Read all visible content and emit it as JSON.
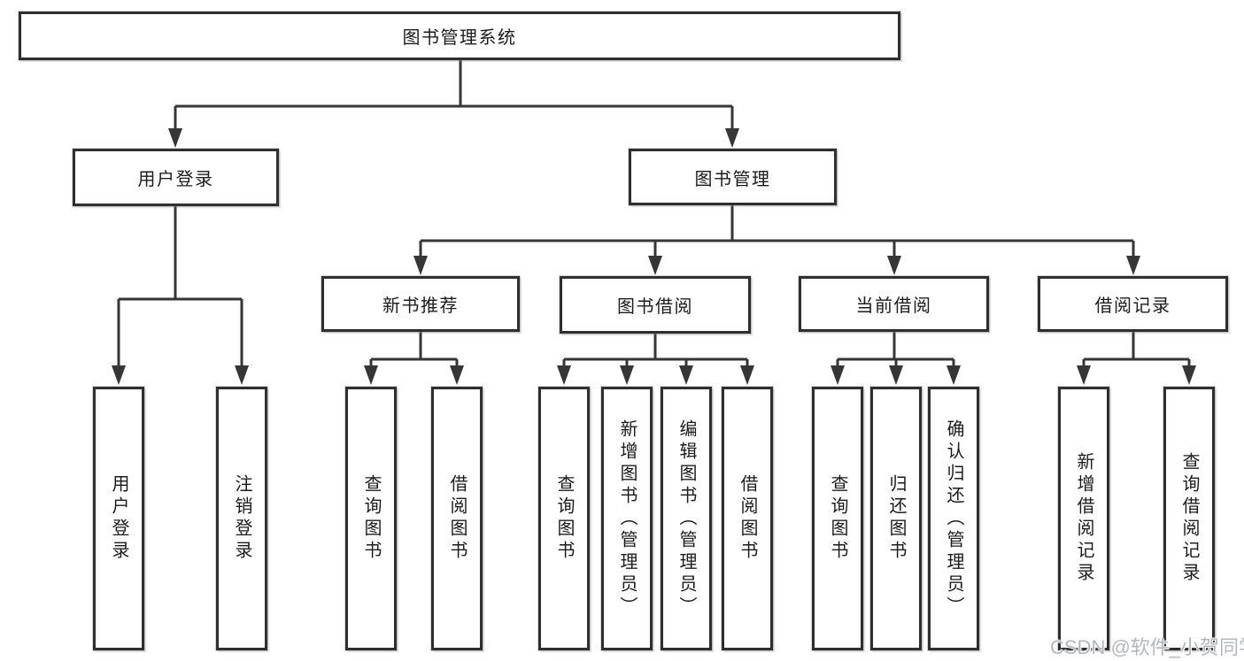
{
  "nodes": {
    "root": "图书管理系统",
    "user_login": "用户登录",
    "book_mgmt": "图书管理",
    "new_book_rec": "新书推荐",
    "book_borrow": "图书借阅",
    "current_borrow": "当前借阅",
    "borrow_records": "借阅记录",
    "leaf_user_login": "用户登录",
    "leaf_logout": "注销登录",
    "leaf_nb_query": "查询图书",
    "leaf_nb_borrow": "借阅图书",
    "leaf_bb_query": "查询图书",
    "leaf_bb_add": "新增图书（管理员）",
    "leaf_bb_edit": "编辑图书（管理员）",
    "leaf_bb_borrow": "借阅图书",
    "leaf_cb_query": "查询图书",
    "leaf_cb_return": "归还图书",
    "leaf_cb_confirm": "确认归还（管理员）",
    "leaf_br_add": "新增借阅记录",
    "leaf_br_query": "查询借阅记录"
  },
  "watermark": "CSDN @软件_小贺同学",
  "colors": {
    "line": "#363636",
    "box_border": "#2f2f2f",
    "background": "#ffffff",
    "text": "#1c1c1c",
    "watermark": "#b4b8bc"
  }
}
